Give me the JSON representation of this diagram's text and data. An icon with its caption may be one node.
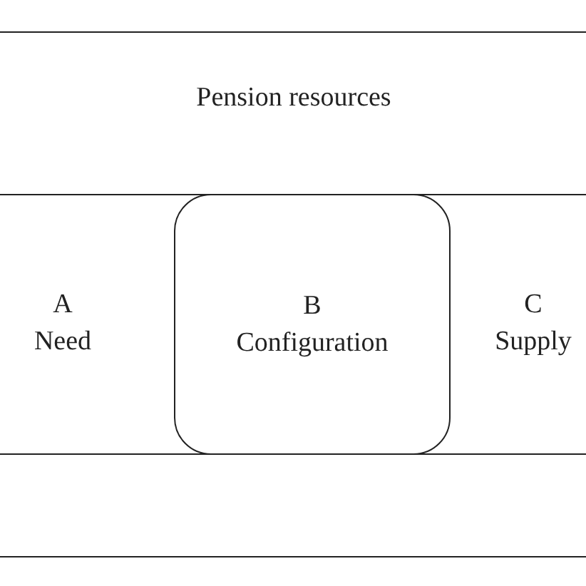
{
  "diagram": {
    "nodes": [
      {
        "text": [
          "Pension resources"
        ]
      },
      {
        "text": [],
        "shape": "box",
        "in": 0
      },
      {
        "text": [
          "A",
          "Need"
        ],
        "in": 1
      },
      {
        "text": [
          "B",
          "Configuration"
        ],
        "in": 1
      },
      {
        "text": [
          "C",
          "Supply"
        ],
        "in": 1
      }
    ]
  }
}
